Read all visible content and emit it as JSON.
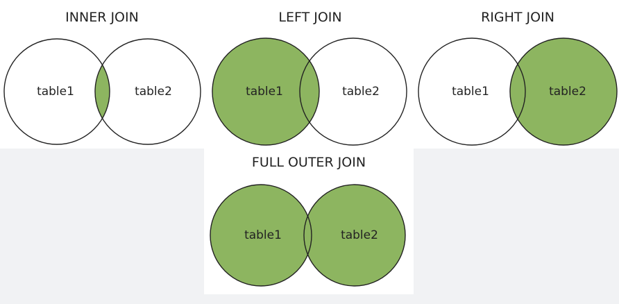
{
  "colors": {
    "fill": "#8db560",
    "outline": "#222222",
    "background": "#ffffff",
    "page": "#f1f2f4"
  },
  "diagrams": [
    {
      "title": "INNER JOIN",
      "left_label": "table1",
      "right_label": "table2",
      "shade": "intersection"
    },
    {
      "title": "LEFT JOIN",
      "left_label": "table1",
      "right_label": "table2",
      "shade": "left"
    },
    {
      "title": "RIGHT JOIN",
      "left_label": "table1",
      "right_label": "table2",
      "shade": "right"
    },
    {
      "title": "FULL OUTER JOIN",
      "left_label": "table1",
      "right_label": "table2",
      "shade": "both"
    }
  ]
}
